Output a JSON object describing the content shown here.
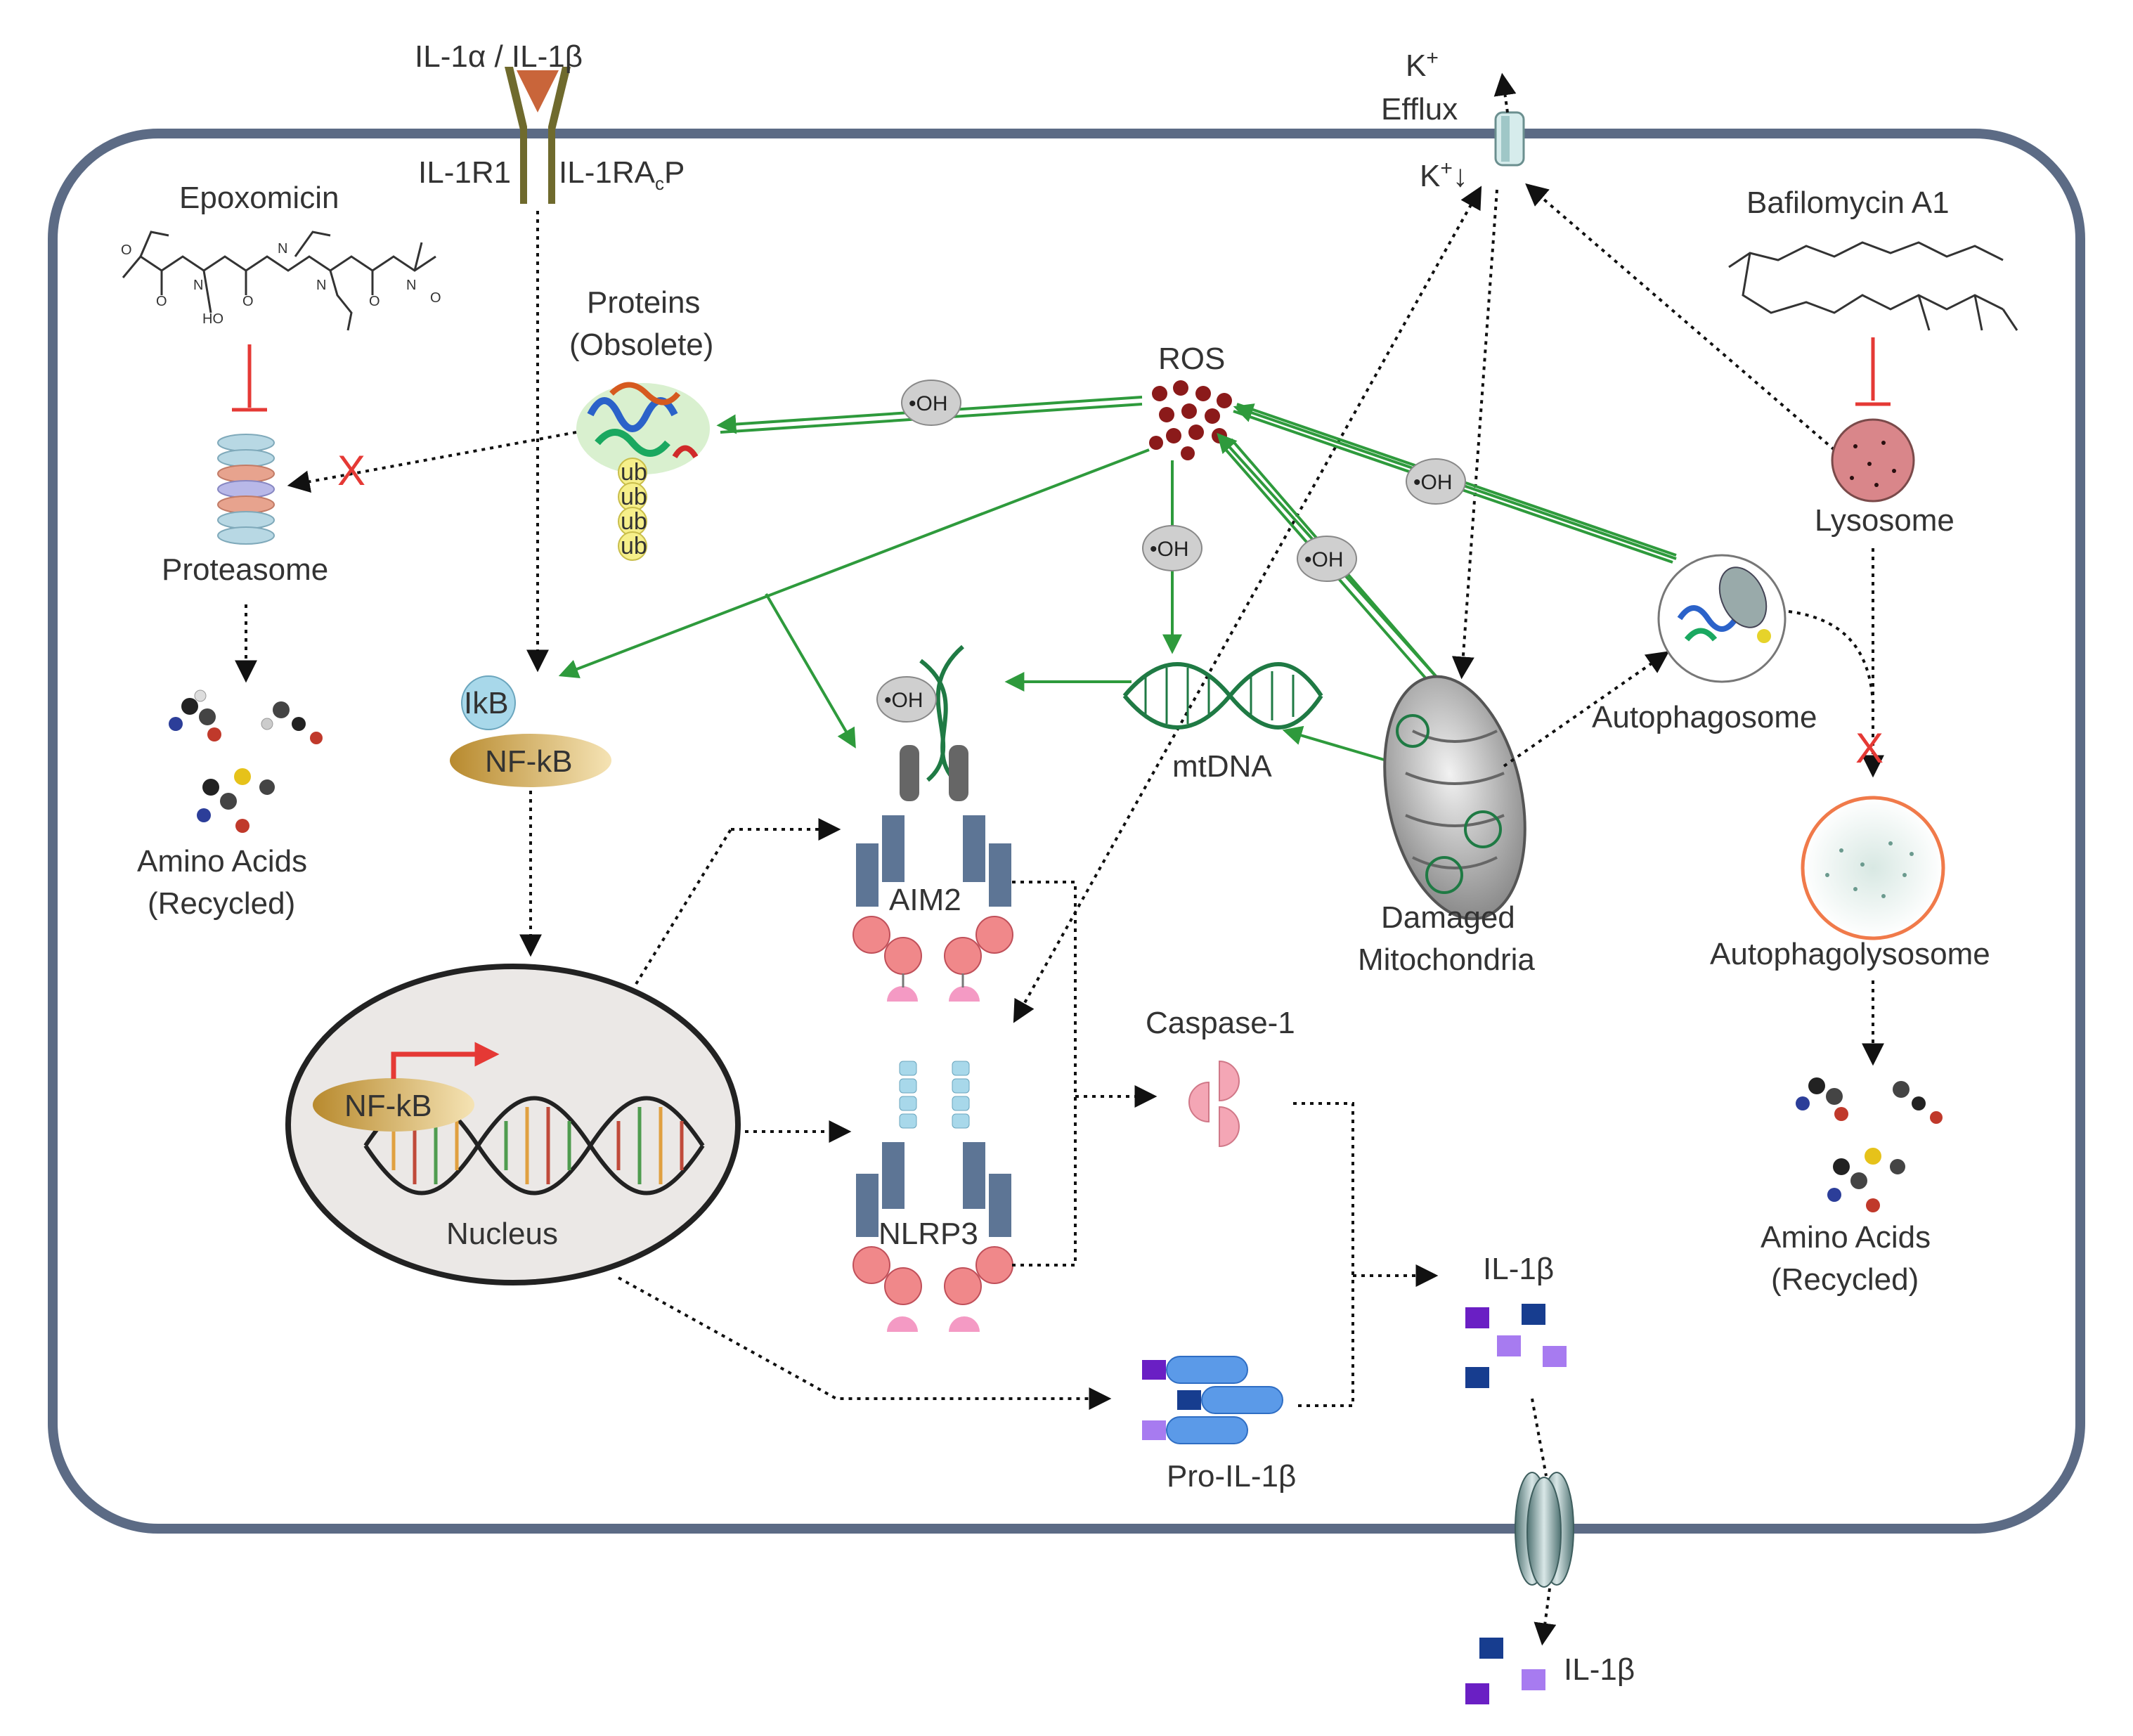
{
  "labels": {
    "ligand": "IL-1α / IL-1β",
    "receptor1": "IL-1R1",
    "receptor2_main": "IL-1RA",
    "receptor2_sub": "c",
    "receptor2_end": "P",
    "k_efflux_k": "K",
    "k_efflux_sup": "+",
    "k_efflux_word": "Efflux",
    "k_in": "K",
    "k_in_sup": "+",
    "k_in_arrow": "↓",
    "epoxomicin": "Epoxomicin",
    "bafilomycin": "Bafilomycin A1",
    "proteins_line1": "Proteins",
    "proteins_line2": "(Obsolete)",
    "ros": "ROS",
    "proteasome": "Proteasome",
    "lysosome": "Lysosome",
    "ikb": "IkB",
    "nfkb_cyto": "NF-kB",
    "nfkb_nucleus": "NF-kB",
    "nucleus": "Nucleus",
    "aim2": "AIM2",
    "nlrp3": "NLRP3",
    "mtdna": "mtDNA",
    "damaged_mito_line1": "Damaged",
    "damaged_mito_line2": "Mitochondria",
    "autophagosome": "Autophagosome",
    "autophagolysosome": "Autophagolysosome",
    "caspase1": "Caspase-1",
    "pro_il1b": "Pro-IL-1β",
    "il1b_inside": "IL-1β",
    "il1b_outside": "IL-1β",
    "amino_left_line1": "Amino Acids",
    "amino_left_line2": "(Recycled)",
    "amino_right_line1": "Amino Acids",
    "amino_right_line2": "(Recycled)",
    "ub": "ub",
    "oh": "•OH",
    "block_mark": "X"
  },
  "colors": {
    "membrane": "#5c6b85",
    "ros_arrow": "#2e9a3c",
    "inhibit": "#e53935",
    "ros_dot": "#8b1a1a",
    "nfkb_fill": "#c9a04a",
    "ikb_fill": "#a8d8ea",
    "lysosome_fill": "#d9868a",
    "caspase_pink": "#f4a6b5",
    "nlrp_blue": "#5d7595",
    "il1b_dark": "#173d8f",
    "il1b_purple": "#6a1fc4",
    "il1b_lilac": "#a77bf0"
  }
}
